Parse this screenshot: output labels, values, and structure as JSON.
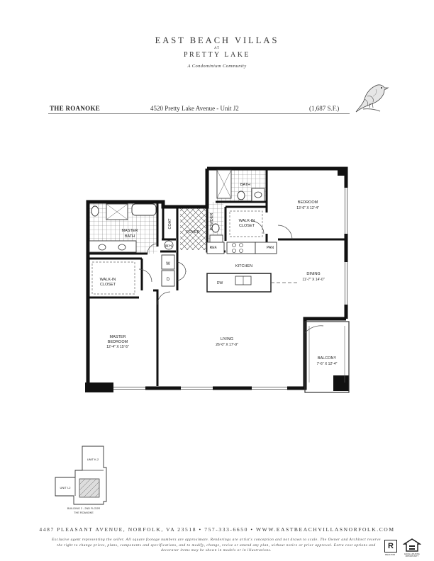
{
  "brand": {
    "name": "EAST BEACH VILLAS",
    "at": "AT",
    "place": "PRETTY LAKE",
    "tagline": "A Condominium Community"
  },
  "unit": {
    "name": "THE ROANOKE",
    "address": "4520 Pretty Lake Avenue  -  Unit J2",
    "area": "(1,687 S.F.)"
  },
  "plan": {
    "rooms": {
      "master_bath": [
        "MASTER",
        "BATH"
      ],
      "coat": "COAT",
      "foyer": "FOYER",
      "powder": "POWDER",
      "bath": "BATH",
      "walkin_closet_upper": [
        "WALK-IN",
        "CLOSET"
      ],
      "walkin_closet_lower": [
        "WALK-IN",
        "CLOSET"
      ],
      "bedroom": {
        "name": "BEDROOM",
        "dims": "13'-6\" X 12'-4\""
      },
      "ref": "REF.",
      "pan": "PAN",
      "wh": "W.H.",
      "washer": "W",
      "dryer": "D",
      "kitchen": "KITCHEN",
      "dw": "DW",
      "dining": {
        "name": "DINING",
        "dims": "11'-7\" X 14'-0\""
      },
      "master_bedroom": {
        "name": [
          "MASTER",
          "BEDROOM"
        ],
        "dims": "12'-4\" X 15'-5\""
      },
      "living": {
        "name": "LIVING",
        "dims": "26'-0\" X 17'-9\""
      },
      "balcony": {
        "name": "BALCONY",
        "dims": "7'-6\" X 12'-4\""
      }
    }
  },
  "keyplan": {
    "unit_k2": "UNIT K-2",
    "unit_i2": "UNIT I-2",
    "caption": "BUILDING 2 - 2ND FLOOR",
    "subcaption": "THE ROANOKE"
  },
  "footer": {
    "contact": "4487 PLEASANT AVENUE, NORFOLK, VA 23518  •  757-333-6650  •  WWW.EASTBEACHVILLASNORFOLK.COM",
    "disclaimer": "Exclusive agent representing the seller. All square footage numbers are approximate. Renderings are artist's conception and not drawn to scale. The Owner and Architect reserve the right to change prices, plans, components and specifications, and to modify, change, revise or amend any plan, without notice or prior approval. Extra cost options and decorator items may be shown in models or in illustrations."
  },
  "logos": {
    "realtor": "R",
    "realtor_text": "REALTOR",
    "equal_housing": "EQUAL HOUSING OPPORTUNITY"
  },
  "icons": {
    "bird": "bird-illustration-icon"
  }
}
